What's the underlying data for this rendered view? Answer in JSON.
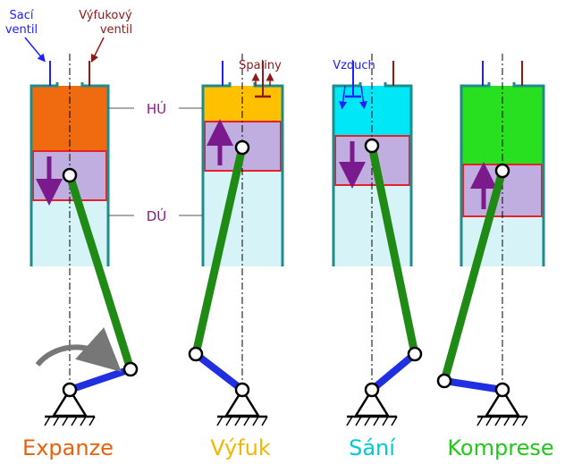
{
  "labels": {
    "intake_valve": [
      "Sací",
      "ventil"
    ],
    "exhaust_valve": [
      "Výfukový",
      "ventil"
    ],
    "tdc": "HÚ",
    "bdc": "DÚ",
    "exhaust_gases": "Spaliny",
    "air": "Vzduch"
  },
  "strokes": [
    {
      "name": "Expanze",
      "color": "#e8620c",
      "gas_color": "#f06a10",
      "piston_direction": "down"
    },
    {
      "name": "Výfuk",
      "color": "#f0b800",
      "gas_color": "#ffc000",
      "piston_direction": "up"
    },
    {
      "name": "Sání",
      "color": "#00c8d8",
      "gas_color": "#00e8f8",
      "piston_direction": "down"
    },
    {
      "name": "Komprese",
      "color": "#22c81a",
      "gas_color": "#28e020",
      "piston_direction": "up"
    }
  ],
  "colors": {
    "cylinder_wall": "#1f8c8c",
    "cylinder_fill": "#d6f4f8",
    "piston_fill": "#c0aee0",
    "piston_outline": "#e8202a",
    "piston_arrow": "#7a1a8c",
    "connecting_rod": "#1f8a14",
    "crank": "#2030e0",
    "intake_valve": "#2020ff",
    "exhaust_valve": "#8b1a1a",
    "dead_center_label": "#8a1a8a"
  }
}
